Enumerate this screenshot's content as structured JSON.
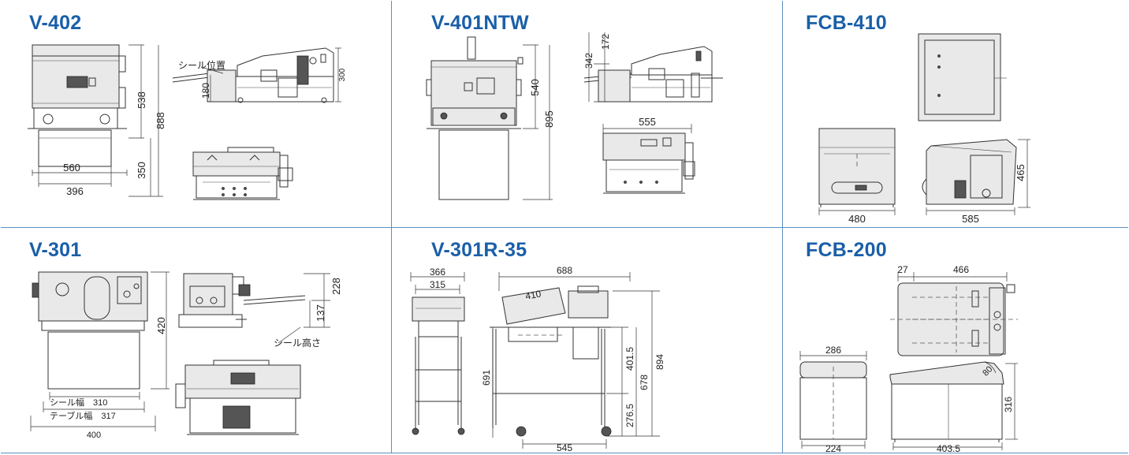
{
  "panels": [
    {
      "title": "V-402",
      "dims": {
        "d538": "538",
        "d888": "888",
        "d350": "350",
        "d560": "560",
        "d396": "396",
        "d300": "300",
        "d180": "180"
      },
      "label_seal_pos": "シール位置"
    },
    {
      "title": "V-401NTW",
      "dims": {
        "d540": "540",
        "d895": "895",
        "d342": "342",
        "d172": "172",
        "d555": "555"
      }
    },
    {
      "title": "FCB-410",
      "dims": {
        "d465": "465",
        "d480": "480",
        "d585": "585"
      }
    },
    {
      "title": "V-301",
      "dims": {
        "d420": "420",
        "d228": "228",
        "d137": "137",
        "d400": "400"
      },
      "label_seal_height": "シール高さ",
      "label_seal_width": "シール幅　310",
      "label_table_width": "テーブル幅　317"
    },
    {
      "title": "V-301R-35",
      "dims": {
        "d366": "366",
        "d315": "315",
        "d688": "688",
        "d410": "410",
        "d691": "691",
        "d401_5": "401.5",
        "d678": "678",
        "d894": "894",
        "d276_5": "276.5",
        "d545": "545"
      }
    },
    {
      "title": "FCB-200",
      "dims": {
        "d27": "27",
        "d466": "466",
        "d286": "286",
        "d80": "80",
        "d316": "316",
        "d224": "224",
        "d403_5": "403.5"
      }
    }
  ]
}
